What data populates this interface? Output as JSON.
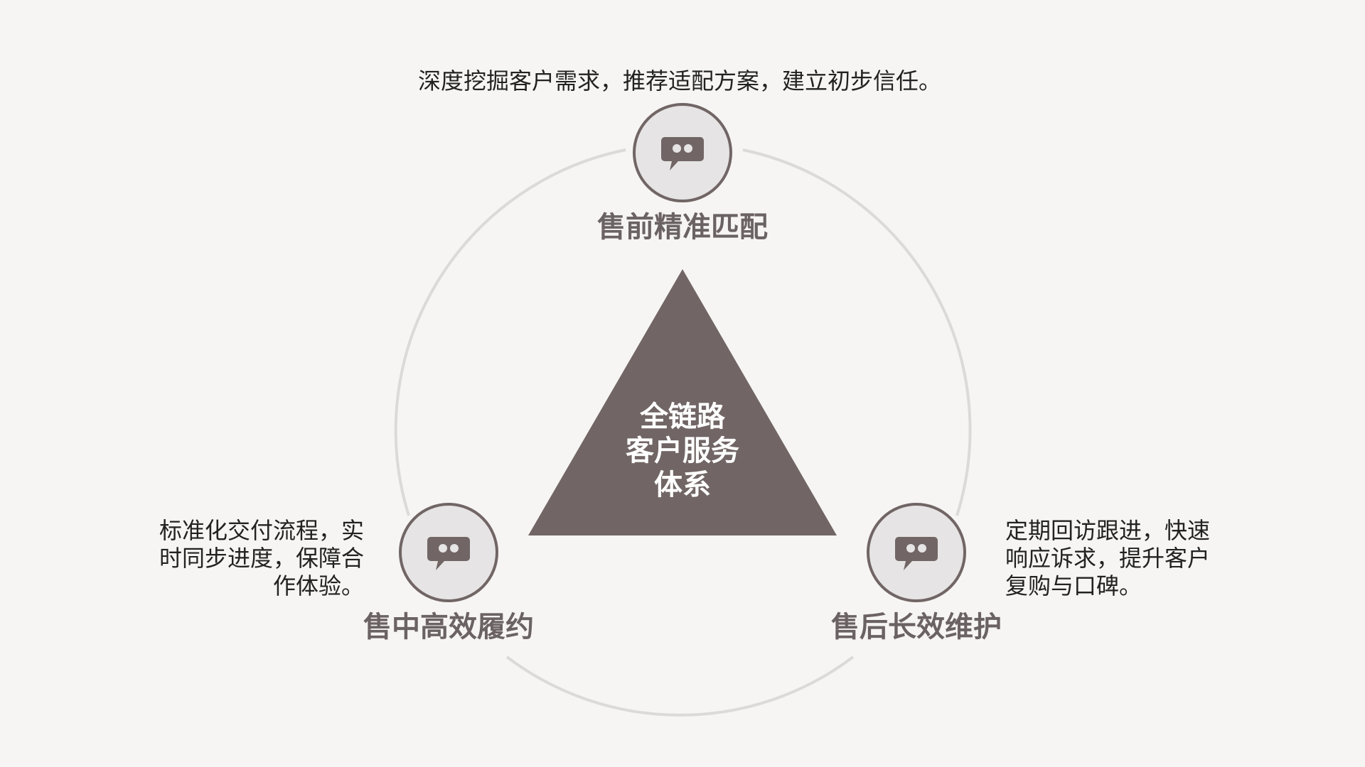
{
  "center": {
    "lines": [
      "全链路",
      "客户服务",
      "体系"
    ]
  },
  "stages": [
    {
      "title": "售前精准匹配",
      "description": "深度挖掘客户需求，推荐适配方案，建立初步信任。",
      "icon": "chat-bubble-icon"
    },
    {
      "title": "售中高效履约",
      "description_lines": [
        "标准化交付流程，实",
        "时同步进度，保障合",
        "作体验。"
      ],
      "icon": "chat-bubble-icon"
    },
    {
      "title": "售后长效维护",
      "description_lines": [
        "定期回访跟进，快速",
        "响应诉求，提升客户",
        "复购与口碑。"
      ],
      "icon": "chat-bubble-icon"
    }
  ],
  "colors": {
    "background": "#f6f5f3",
    "triangle": "#716665",
    "node_fill": "#e6e4e4",
    "node_stroke": "#716665",
    "ring": "#dcdad8",
    "stage_title": "#6b6363",
    "text": "#222222"
  }
}
